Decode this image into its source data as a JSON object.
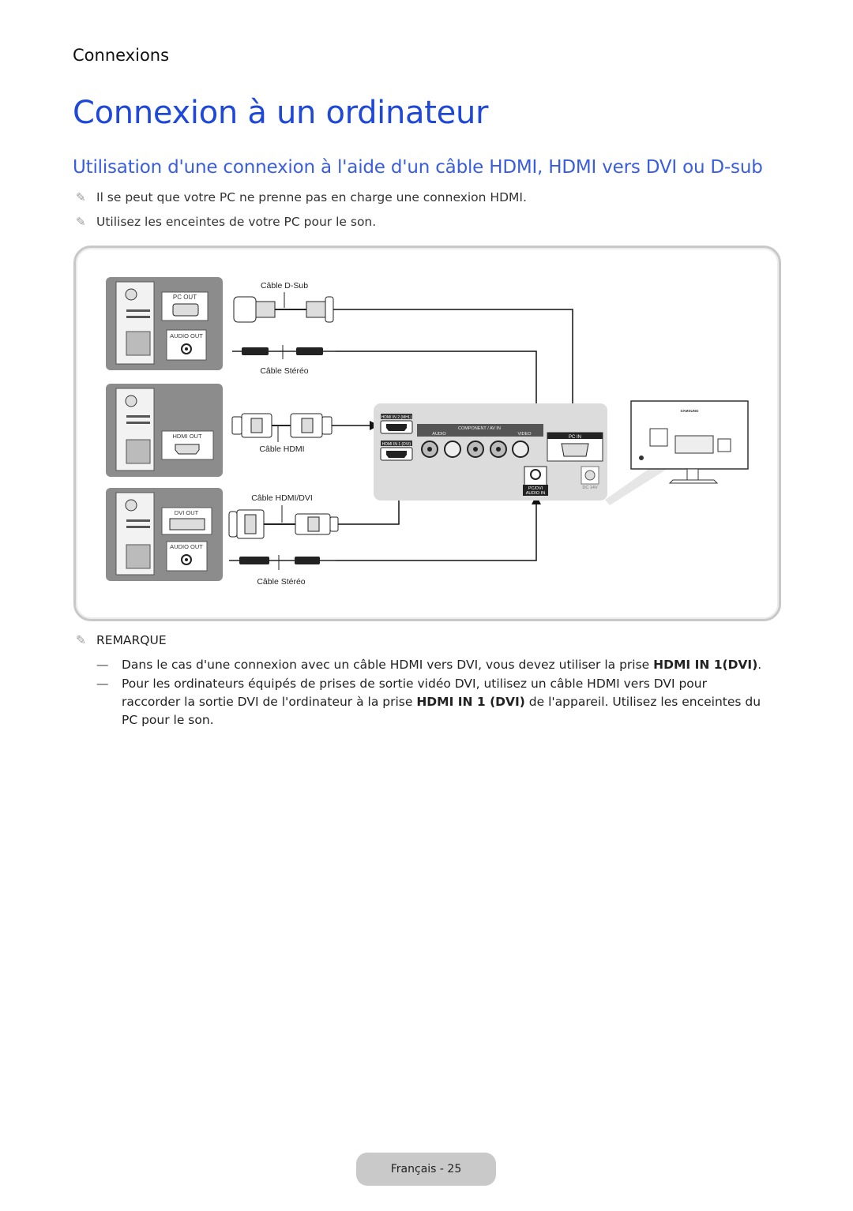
{
  "header": {
    "section": "Connexions",
    "title": "Connexion à un ordinateur",
    "subtitle": "Utilisation d'une connexion à l'aide d'un câble HDMI, HDMI vers DVI ou D-sub"
  },
  "notes": [
    "Il se peut que votre PC ne prenne pas en charge une connexion HDMI.",
    "Utilisez les enceintes de votre PC pour le son."
  ],
  "diagram": {
    "pc_ports": {
      "pc_out": "PC OUT",
      "audio_out_1": "AUDIO OUT",
      "hdmi_out": "HDMI OUT",
      "dvi_out": "DVI OUT",
      "audio_out_2": "AUDIO OUT"
    },
    "cables": {
      "dsub": "Câble D-Sub",
      "stereo_1": "Câble Stéréo",
      "hdmi": "Câble HDMI",
      "hdmi_dvi": "Câble HDMI/DVI",
      "stereo_2": "Câble Stéréo"
    },
    "tv_panel": {
      "hdmi_in_2": "HDMI IN 2 (MHL)",
      "hdmi_in_1": "HDMI IN 1 (DVI)",
      "component": "COMPONENT / AV IN",
      "audio": "AUDIO",
      "video": "VIDEO",
      "pc_in": "PC IN",
      "pc_dvi_audio_in_1": "PC/DVI",
      "pc_dvi_audio_in_2": "AUDIO IN",
      "dc": "DC 14V"
    },
    "brand": "SAMSUNG"
  },
  "remark": {
    "heading": "REMARQUE",
    "items": [
      {
        "before": "Dans le cas d'une connexion avec un câble HDMI vers DVI, vous devez utiliser la prise ",
        "strong": "HDMI IN 1(DVI)",
        "after": "."
      },
      {
        "before": "Pour les ordinateurs équipés de prises de sortie vidéo DVI, utilisez un câble HDMI vers DVI pour raccorder la sortie DVI de l'ordinateur à la prise ",
        "strong": "HDMI IN 1 (DVI)",
        "after": " de l'appareil. Utilisez les enceintes du PC pour le son."
      }
    ]
  },
  "footer": {
    "page_label": "Français - 25"
  }
}
